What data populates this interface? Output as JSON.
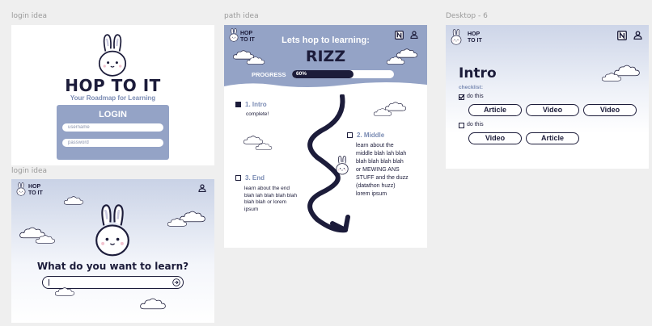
{
  "frames": {
    "login": {
      "label": "login idea",
      "title": "HOP TO IT",
      "subtitle": "Your Roadmap for Learning",
      "login_label": "LOGIN",
      "username_placeholder": "username",
      "password_placeholder": "password"
    },
    "search": {
      "label": "login idea",
      "logo_line1": "HOP",
      "logo_line2": "TO IT",
      "question": "What do you want to learn?"
    },
    "path": {
      "label": "path idea",
      "logo_line1": "HOP",
      "logo_line2": "TO IT",
      "heading": "Lets hop to learning:",
      "topic": "RIZZ",
      "progress_label": "PROGRESS",
      "progress_text": "60%",
      "progress_value": 0.6,
      "steps": [
        {
          "title": "1. Intro",
          "body": "complete!"
        },
        {
          "title": "2. Middle",
          "body_lines": [
            "learn about the",
            "middle blah lah blah",
            "blah blah blah blah",
            "or MEWING ANS",
            "STUFF and the duzz",
            "(datathon huzz)",
            "lorem ipsum"
          ]
        },
        {
          "title": "3. End",
          "body_lines": [
            "learn about the end",
            "blah lah blah blah blah",
            "blah blah or lorem",
            "ipsum"
          ]
        }
      ]
    },
    "desktop": {
      "label": "Desktop - 6",
      "logo_line1": "HOP",
      "logo_line2": "TO IT",
      "heading": "Intro",
      "checklist_label": "checklist:",
      "items": [
        {
          "label": "do this",
          "checked": true,
          "buttons": [
            "Article",
            "Video",
            "Video"
          ]
        },
        {
          "label": "do this",
          "checked": false,
          "buttons": [
            "Video",
            "Article"
          ]
        }
      ]
    }
  },
  "colors": {
    "navy": "#1c1c3a",
    "periwinkle": "#94a3c6",
    "accent_text": "#7a8bb3"
  },
  "icons": [
    "bunny-icon",
    "cloud-icon",
    "user-icon",
    "notion-icon",
    "arrow-right-icon",
    "checkbox-icon"
  ]
}
